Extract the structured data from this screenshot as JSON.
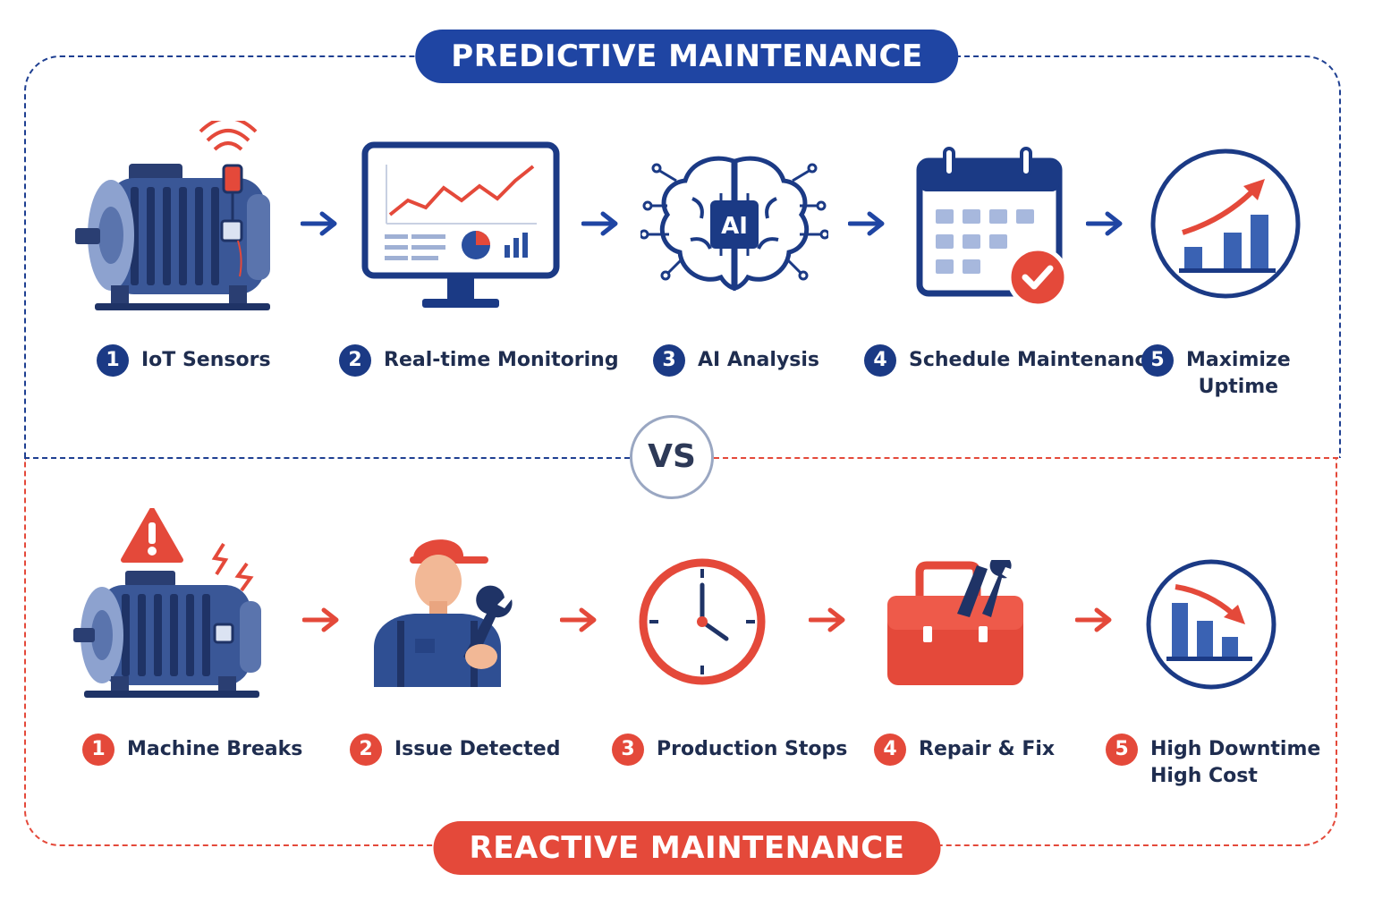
{
  "predictive": {
    "title": "PREDICTIVE MAINTENANCE",
    "steps": [
      {
        "num": "1",
        "label": "IoT Sensors",
        "icon": "motor-with-sensor-icon"
      },
      {
        "num": "2",
        "label": "Real-time Monitoring",
        "icon": "monitor-dashboard-icon"
      },
      {
        "num": "3",
        "label": "AI Analysis",
        "icon": "ai-brain-icon"
      },
      {
        "num": "4",
        "label": "Schedule Maintenance",
        "icon": "calendar-check-icon"
      },
      {
        "num": "5",
        "label": "Maximize",
        "label2": "Uptime",
        "icon": "rising-chart-icon"
      }
    ]
  },
  "vs": "VS",
  "reactive": {
    "title": "REACTIVE MAINTENANCE",
    "steps": [
      {
        "num": "1",
        "label": "Machine Breaks",
        "icon": "broken-motor-icon"
      },
      {
        "num": "2",
        "label": "Issue Detected",
        "icon": "technician-icon"
      },
      {
        "num": "3",
        "label": "Production Stops",
        "icon": "clock-icon"
      },
      {
        "num": "4",
        "label": "Repair & Fix",
        "icon": "toolbox-icon"
      },
      {
        "num": "5",
        "label": "High Downtime",
        "label2": "High Cost",
        "icon": "falling-chart-icon"
      }
    ]
  },
  "colors": {
    "blue": "#1f45a3",
    "navy": "#1b3a85",
    "red": "#e4493a"
  }
}
